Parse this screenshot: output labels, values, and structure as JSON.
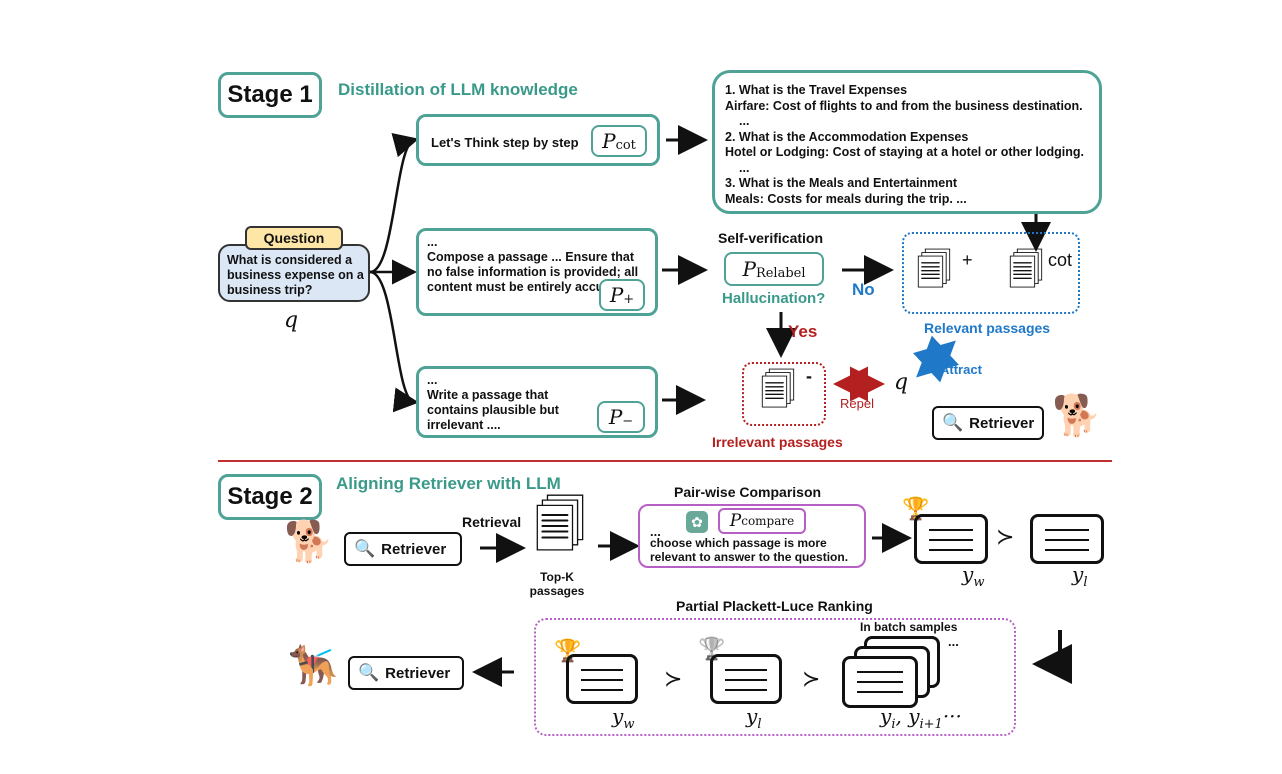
{
  "stage1": {
    "label": "Stage 1",
    "title": "Distillation of LLM knowledge",
    "question_label": "Question",
    "question_text": "What is considered a business expense on a business trip?",
    "q_symbol": "q",
    "prompt_cot": {
      "text": "Let's Think step by step",
      "symbol": "P",
      "sub": "cot"
    },
    "prompt_plus": {
      "text": "...\nCompose a passage ... Ensure that no false information is provided; all content must be entirely accurate ...",
      "symbol": "P",
      "sub": "+"
    },
    "prompt_minus": {
      "text": "...\nWrite a passage that contains plausible but irrelevant ....",
      "symbol": "P",
      "sub": "−"
    },
    "cot_output": [
      "1. What is the Travel Expenses",
      "Airfare: Cost of flights to and from the business destination.",
      "...",
      "2. What is the Accommodation Expenses",
      "Hotel or Lodging: Cost of staying at a hotel or other lodging.",
      "...",
      "3. What is the Meals and Entertainment",
      "Meals: Costs for meals during the trip. ..."
    ],
    "self_verification": "Self-verification",
    "relabel": {
      "symbol": "P",
      "sub": "Relabel"
    },
    "hallucination": "Hallucination?",
    "no": "No",
    "yes": "Yes",
    "relevant_plus_sup": "+",
    "relevant_cot_sup": "cot",
    "relevant_label": "Relevant passages",
    "irrelevant_sup": "-",
    "irrelevant_label": "Irrelevant passages",
    "repel": "Repel",
    "attract": "Attract",
    "q_right": "q",
    "retriever": "Retriever"
  },
  "stage2": {
    "label": "Stage 2",
    "title": "Aligning Retriever with LLM",
    "retriever": "Retriever",
    "retrieval": "Retrieval",
    "topk": "Top-K\npassages",
    "pairwise_title": "Pair-wise Comparison",
    "compare": {
      "dots": "...",
      "symbol": "P",
      "sub": "compare",
      "text": "choose which passage is more relevant to answer to the question."
    },
    "yw": "y",
    "yw_sub": "w",
    "yl": "y",
    "yl_sub": "l",
    "succ": "≻",
    "pl_title": "Partial Plackett-Luce Ranking",
    "inbatch": "In batch samples",
    "inbatch_dots": "...",
    "yi_text": "y",
    "yi_sub": "i",
    "yi1_text": ", y",
    "yi1_sub": "i+1",
    "yi_trailing": "···",
    "final_retriever": "Retriever"
  },
  "colors": {
    "teal": "#4fa396",
    "blue": "#1f78c8",
    "red": "#b42020",
    "divider": "#c03030",
    "purple": "#b65fc4"
  }
}
